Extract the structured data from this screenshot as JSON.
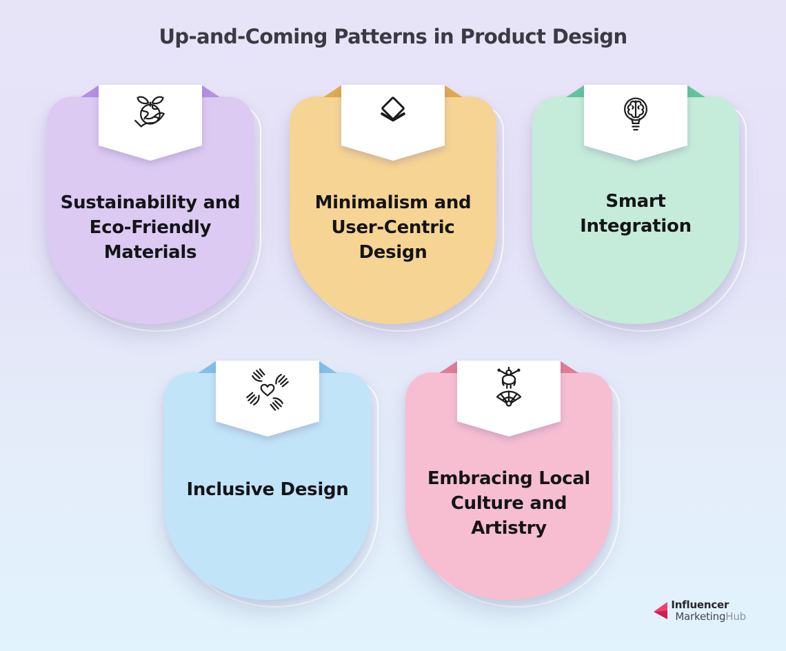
{
  "title": "Up-and-Coming Patterns in Product Design",
  "cards": [
    {
      "id": "sustainability",
      "label": "Sustainability and\nEco-Friendly\nMaterials",
      "icon": "eco-hand-icon",
      "fill": "#dccaf2",
      "fold": "#b391e3"
    },
    {
      "id": "minimalism",
      "label": "Minimalism and\nUser-Centric\nDesign",
      "icon": "layers-icon",
      "fill": "#f6d493",
      "fold": "#e2a94e"
    },
    {
      "id": "smart-integration",
      "label": "Smart\nIntegration",
      "icon": "smart-bulb-icon",
      "fill": "#c5ecda",
      "fold": "#63c49d"
    },
    {
      "id": "inclusive-design",
      "label": "Inclusive Design",
      "icon": "inclusive-hands-icon",
      "fill": "#c1e4f8",
      "fold": "#82c0e9"
    },
    {
      "id": "local-culture",
      "label": "Embracing Local\nCulture and\nArtistry",
      "icon": "culture-fan-icon",
      "fill": "#f7bed2",
      "fold": "#df7d98"
    }
  ],
  "logo": {
    "line1": "Influencer",
    "word_dark": "Marketing",
    "word_light": "Hub",
    "accent_light": "#f23f6d",
    "accent_dark": "#cf1d4f"
  },
  "colors": {
    "background_top": "#e8e4f8",
    "background_bottom": "#e1f3fc",
    "title_text": "#3a3a43",
    "card_text": "#141417"
  }
}
